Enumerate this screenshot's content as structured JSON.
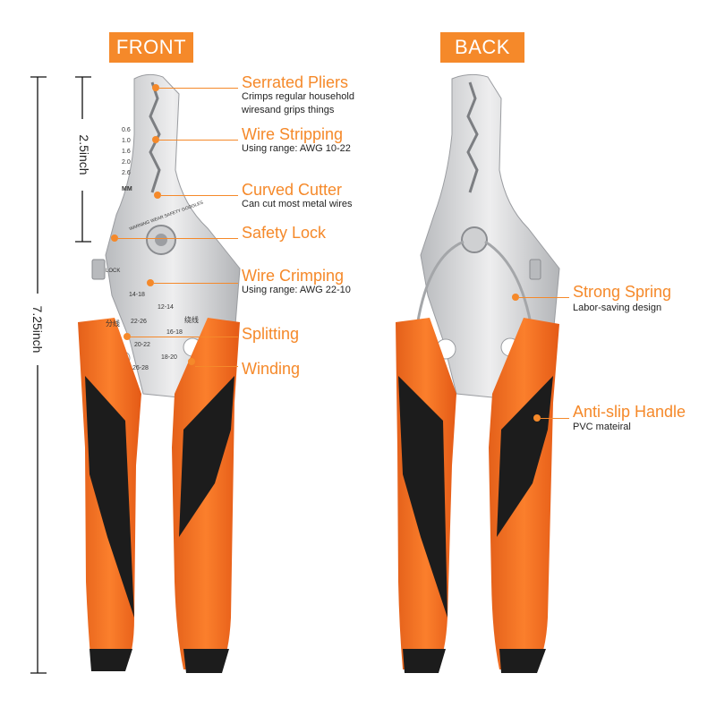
{
  "labels": {
    "front": "FRONT",
    "back": "BACK"
  },
  "dimensions": {
    "head": "2.5inch",
    "total": "7.25inch"
  },
  "front_annotations": [
    {
      "title": "Serrated Pliers",
      "desc": "Crimps regular household\nwiresand grips things"
    },
    {
      "title": "Wire Stripping",
      "desc": "Using range: AWG 10-22"
    },
    {
      "title": "Curved Cutter",
      "desc": "Can cut most metal wires"
    },
    {
      "title": "Safety Lock",
      "desc": ""
    },
    {
      "title": "Wire Crimping",
      "desc": "Using range: AWG 22-10"
    },
    {
      "title": "Splitting",
      "desc": ""
    },
    {
      "title": "Winding",
      "desc": ""
    }
  ],
  "back_annotations": [
    {
      "title": "Strong Spring",
      "desc": "Labor-saving design"
    },
    {
      "title": "Anti-slip Handle",
      "desc": "PVC mateiral"
    }
  ],
  "tool_markings": {
    "mm_sizes": [
      "0.6",
      "1.0",
      "1.6",
      "2.0",
      "2.6"
    ],
    "mm_unit": "MM",
    "warning": "WARNING WEAR SAFETY GOGGLES",
    "lock": "LOCK",
    "crimp_sizes": [
      "14-18",
      "12-14",
      "22-26",
      "16-18",
      "20-22",
      "18-20",
      "26-28"
    ],
    "chinese_left": "分线",
    "chinese_right": "绕线"
  },
  "colors": {
    "accent": "#f5892a",
    "handle_orange": "#f37021",
    "handle_black": "#1c1c1c",
    "steel": "#d8d9db"
  }
}
